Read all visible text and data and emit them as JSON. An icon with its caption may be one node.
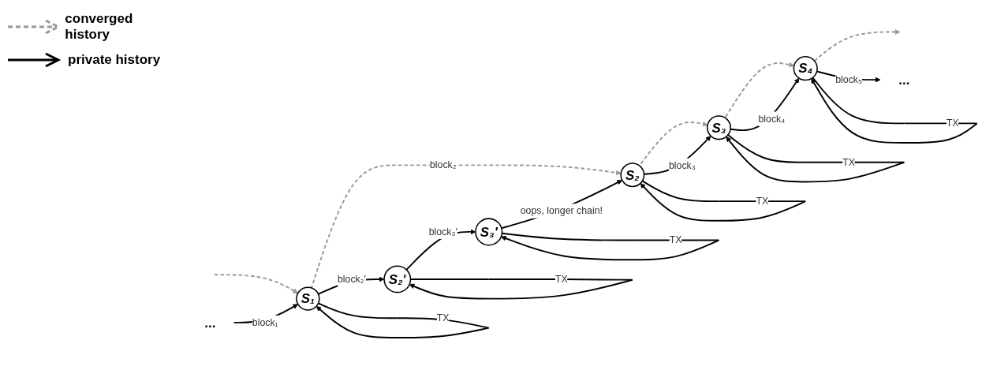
{
  "diagram": {
    "nodes": [
      {
        "text": [
          "S₂"
        ]
      },
      {
        "text": [
          "S₃"
        ]
      },
      {
        "text": [
          "S₄"
        ]
      },
      {
        "text": [
          "..."
        ]
      },
      {
        "text": [
          "..."
        ]
      },
      {
        "text": [
          "S₁"
        ]
      },
      {
        "text": [
          "S₂′"
        ]
      },
      {
        "text": [
          "S₃′"
        ]
      }
    ],
    "edges": [
      {
        "from": null,
        "to": 5,
        "arrow": "to",
        "style": "dashed",
        "color": "#999999"
      },
      {
        "from": 4,
        "to": 5,
        "arrow": "to",
        "label": "block₁"
      },
      {
        "from": 5,
        "to": 0,
        "arrow": "to",
        "label": "block₂",
        "style": "dashed",
        "color": "#999999"
      },
      {
        "from": 5,
        "to": 6,
        "arrow": "to",
        "label": "block₂′"
      },
      {
        "from": 6,
        "to": 7,
        "arrow": "to",
        "label": "block₃′"
      },
      {
        "from": 7,
        "to": 0,
        "arrow": "to",
        "label": "oops, longer chain!"
      },
      {
        "from": 0,
        "to": 1,
        "arrow": "to",
        "style": "dashed",
        "color": "#999999"
      },
      {
        "from": 0,
        "to": 1,
        "arrow": "to",
        "label": "block₃"
      },
      {
        "from": 1,
        "to": 2,
        "arrow": "to",
        "style": "dashed",
        "color": "#999999"
      },
      {
        "from": 1,
        "to": 2,
        "arrow": "to",
        "label": "block₄"
      },
      {
        "from": 2,
        "to": null,
        "arrow": "to",
        "style": "dashed",
        "color": "#999999"
      },
      {
        "from": 2,
        "to": 3,
        "arrow": "to",
        "label": "block₅"
      },
      {
        "from": 0,
        "to": 0,
        "arrow": "to",
        "label": "TX"
      },
      {
        "from": 1,
        "to": 1,
        "arrow": "to",
        "label": "TX"
      },
      {
        "from": 2,
        "to": 2,
        "arrow": "to",
        "label": "TX"
      },
      {
        "from": 5,
        "to": 5,
        "arrow": "to",
        "label": "TX"
      },
      {
        "from": 6,
        "to": 6,
        "arrow": "to",
        "label": "TX"
      },
      {
        "from": 7,
        "to": 7,
        "arrow": "to",
        "label": "TX"
      }
    ],
    "legend": [
      {
        "text": "converged history"
      },
      {
        "text": "private history"
      }
    ]
  }
}
